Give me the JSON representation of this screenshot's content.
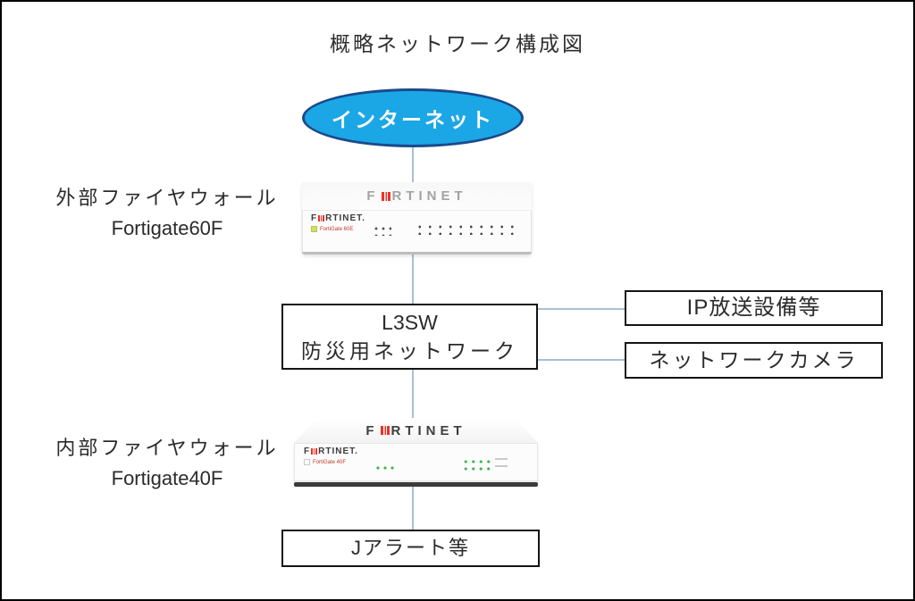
{
  "title": "概略ネットワーク構成図",
  "internet": {
    "label": "インターネット"
  },
  "external_firewall": {
    "label_line1": "外部ファイヤウォール",
    "label_line2": "Fortigate60F",
    "device": {
      "brand_prefix": "F",
      "brand_suffix_top": "RTINET",
      "brand_suffix_front": "RTINET.",
      "model": "FortiGate 60E"
    }
  },
  "l3_switch": {
    "label_line1": "L3SW",
    "label_line2": "防災用ネットワーク"
  },
  "connected_equipment": {
    "ip_broadcast": "IP放送設備等",
    "network_camera": "ネットワークカメラ"
  },
  "internal_firewall": {
    "label_line1": "内部ファイヤウォール",
    "label_line2": "Fortigate40F",
    "device": {
      "brand_prefix": "F",
      "brand_suffix_top": "RTINET",
      "brand_suffix_front": "RTINET.",
      "model": "FortiGate 40F"
    }
  },
  "j_alert": {
    "label": "Jアラート等"
  },
  "colors": {
    "internet_fill": "#1BA7E6",
    "internet_border": "#1B4A8C",
    "connector_line": "#A8C0D6",
    "box_border": "#141414",
    "fortinet_red": "#EE3124",
    "led_green": "#3DB54B"
  }
}
